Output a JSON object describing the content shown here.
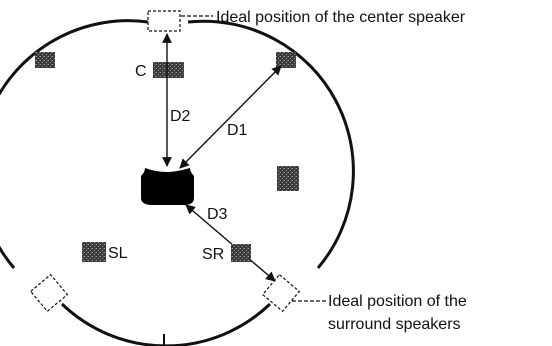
{
  "labels": {
    "center": "C",
    "surround_left": "SL",
    "surround_right": "SR",
    "d1": "D1",
    "d2": "D2",
    "d3": "D3"
  },
  "callouts": {
    "center_ideal": "Ideal position of the center speaker",
    "surround_ideal_line1": "Ideal position of the",
    "surround_ideal_line2": "surround speakers"
  }
}
